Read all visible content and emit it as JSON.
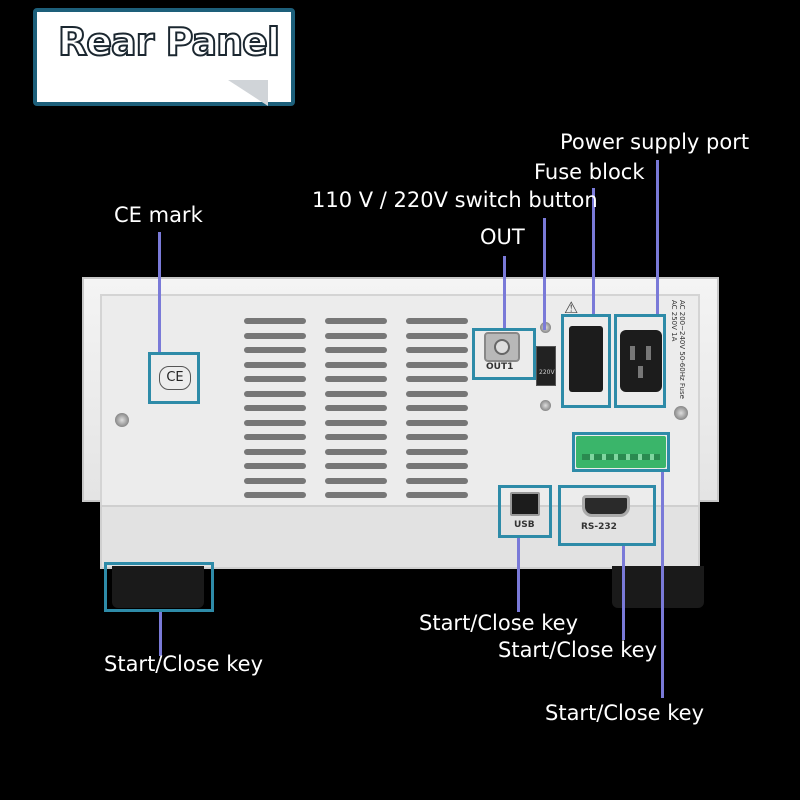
{
  "title": "Rear Panel",
  "labels": {
    "power_supply_port": "Power supply port",
    "fuse_block": "Fuse block",
    "switch_button": "110 V / 220V switch button",
    "out": "OUT",
    "ce_mark": "CE mark",
    "start_close_left": "Start/Close key",
    "start_close_usb": "Start/Close key",
    "start_close_rs232": "Start/Close key",
    "start_close_terminal": "Start/Close key"
  },
  "device": {
    "out_port_label": "OUT1",
    "usb_label": "USB",
    "rs232_label": "RS-232",
    "voltage_switch_label": "220V",
    "power_rating_line1": "AC 200~240V 50-60Hz",
    "power_rating_line2": "Fuse AC 250V 1A",
    "ce_symbol": "CE"
  },
  "colors": {
    "highlight": "#2e8ba8",
    "leader_line": "#7a7ad8",
    "title_border": "#1d5f7a",
    "terminal": "#3ab56a"
  }
}
